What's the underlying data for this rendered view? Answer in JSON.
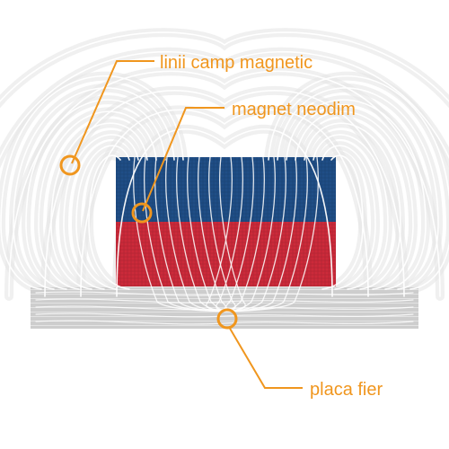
{
  "labels": {
    "field_lines": "linii camp magnetic",
    "magnet": "magnet neodim",
    "iron_plate": "placa fier"
  },
  "colors": {
    "accent": "#F0961E",
    "magnet_north": "#1F4E86",
    "magnet_south": "#CC2A3A",
    "iron_plate": "#CDCDCD",
    "field_line": "#FFFFFF",
    "field_halo": "#E6E6E6",
    "background": "#FFFFFF"
  }
}
